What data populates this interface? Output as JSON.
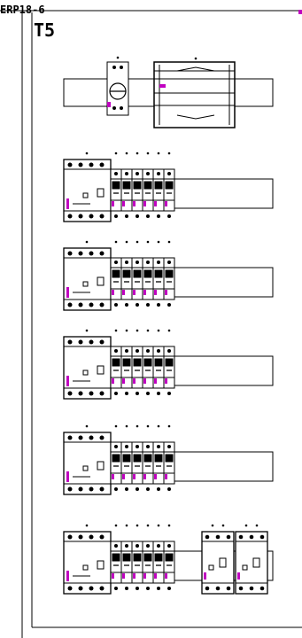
{
  "header": {
    "code": "ERP18-6",
    "panel": "T5"
  },
  "colors": {
    "ink": "#000000",
    "marker": "#c000c0",
    "paper": "#ffffff"
  },
  "rows": [
    {
      "type": "main-switch"
    },
    {
      "type": "breaker-group",
      "rcd_count": 1,
      "mcb_count": 6,
      "extra_rcbo": 0
    },
    {
      "type": "breaker-group",
      "rcd_count": 1,
      "mcb_count": 6,
      "extra_rcbo": 0
    },
    {
      "type": "breaker-group",
      "rcd_count": 1,
      "mcb_count": 6,
      "extra_rcbo": 0
    },
    {
      "type": "breaker-group",
      "rcd_count": 1,
      "mcb_count": 6,
      "extra_rcbo": 0
    },
    {
      "type": "breaker-group",
      "rcd_count": 1,
      "mcb_count": 6,
      "extra_rcbo": 2
    }
  ]
}
